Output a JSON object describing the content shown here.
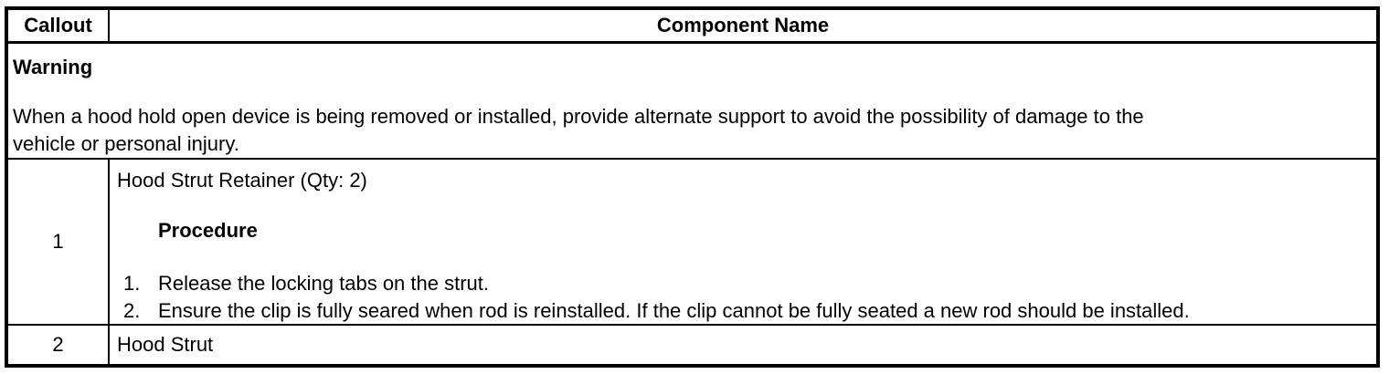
{
  "colors": {
    "background": "#ffffff",
    "border": "#000000",
    "text": "#000000"
  },
  "table": {
    "header": {
      "callout": "Callout",
      "component": "Component Name"
    },
    "warning": {
      "title": "Warning",
      "text": "When a hood hold open device is being removed or installed, provide alternate support to avoid the possibility of damage to the\nvehicle or personal injury."
    },
    "rows": [
      {
        "callout": "1",
        "name": "Hood Strut Retainer (Qty: 2)",
        "procedure_label": "Procedure",
        "steps": [
          {
            "num": "1.",
            "text": "Release the locking tabs on the strut."
          },
          {
            "num": "2.",
            "text": "Ensure the clip is fully seared when rod is reinstalled. If the clip cannot be fully seated a new rod should be installed."
          }
        ]
      },
      {
        "callout": "2",
        "name": "Hood Strut"
      }
    ]
  }
}
